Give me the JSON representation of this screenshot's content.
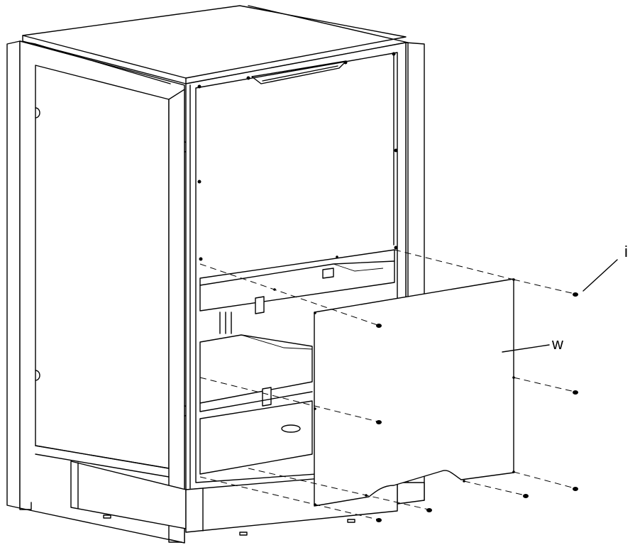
{
  "diagram": {
    "callouts": [
      {
        "id": "screw-callout",
        "text": "i"
      },
      {
        "id": "panel-callout",
        "text": "w"
      }
    ],
    "line_color": "#000000",
    "background_color": "#ffffff"
  }
}
